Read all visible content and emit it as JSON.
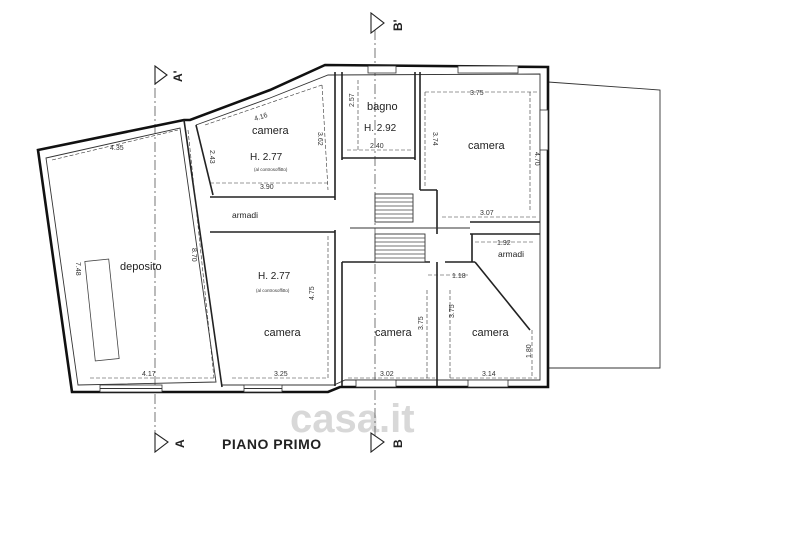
{
  "plan": {
    "title": "PIANO PRIMO",
    "watermark": "casa.it",
    "sections": {
      "a_top": "A'",
      "a_bottom": "A",
      "b_top": "B'",
      "b_bottom": "B"
    },
    "rooms": {
      "deposito": {
        "label": "deposito",
        "dim_top": "4.35",
        "dim_side": "8.70",
        "dim_inner": "7.48",
        "dim_bottom": "4.17"
      },
      "camera_nw": {
        "label": "camera",
        "height": "H. 2.77",
        "note": "(al controsoffitto)",
        "dim_top": "4.16",
        "dim_side": "3.62",
        "dim_left": "2.43",
        "dim_bottom": "3.90"
      },
      "armadi_w": {
        "label": "armadi"
      },
      "camera_w": {
        "label": "camera",
        "height": "H. 2.77",
        "note": "(al controsoffitto)",
        "dim_side": "4.75",
        "dim_bottom": "3.25"
      },
      "bagno": {
        "label": "bagno",
        "height": "H. 2.92",
        "dim_side": "2.57",
        "dim_bottom": "2.40"
      },
      "camera_ne": {
        "label": "camera",
        "dim_top": "3.75",
        "dim_left": "3.74",
        "dim_right": "4.70",
        "dim_bottom": "3.07"
      },
      "armadi_e": {
        "label": "armadi",
        "dim_top": "1.92"
      },
      "camera_sm": {
        "label": "camera",
        "dim_top": "1.18",
        "dim_side": "3.75",
        "dim_bottom": "3.02"
      },
      "camera_se": {
        "label": "camera",
        "dim_side": "3.75",
        "dim_right": "1.80",
        "dim_bottom": "3.14"
      }
    }
  }
}
